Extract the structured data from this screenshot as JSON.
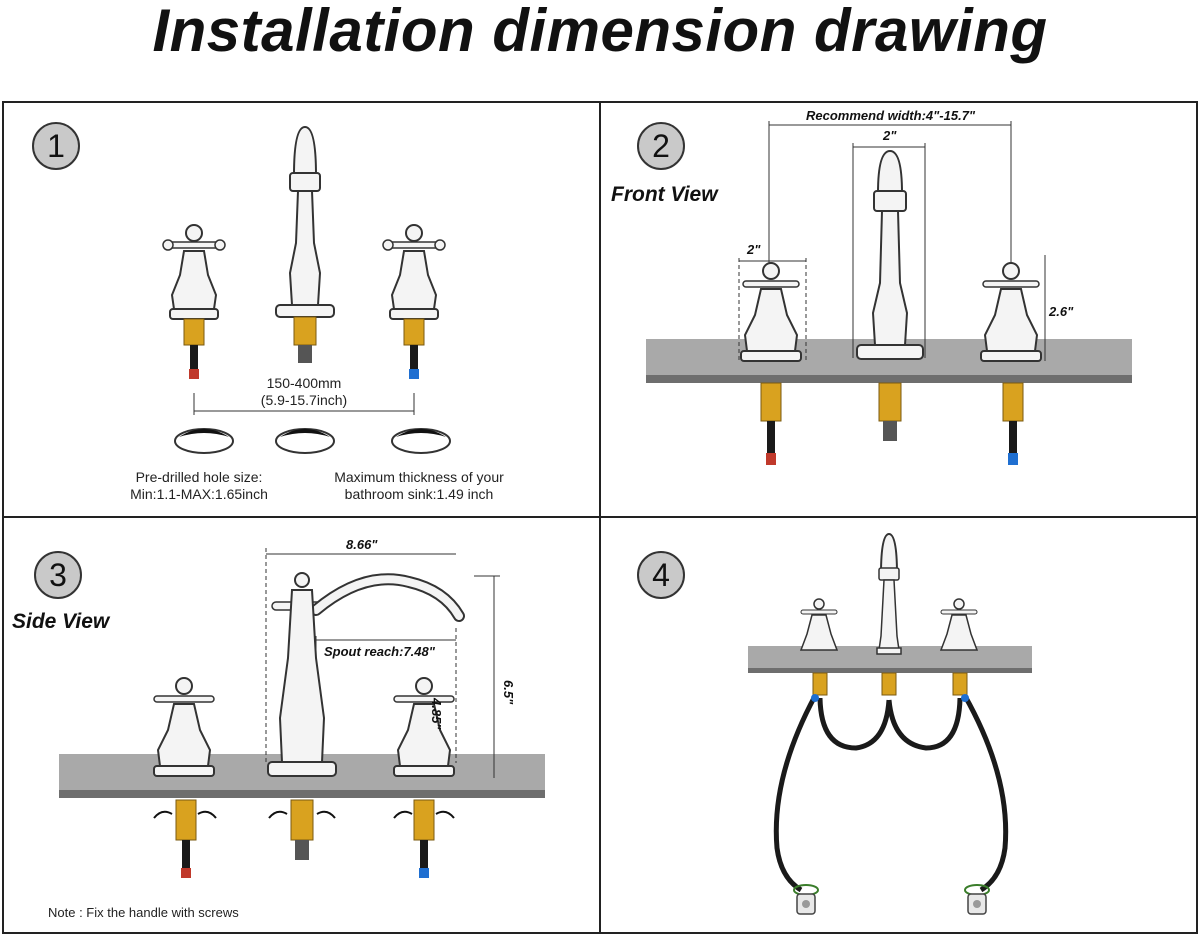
{
  "title": "Installation dimension drawing",
  "panels": {
    "p1": {
      "badge": "1",
      "spacing_mm": "150-400mm",
      "spacing_inch": "(5.9-15.7inch)",
      "hole_size_line1": "Pre-drilled hole size:",
      "hole_size_line2": "Min:1.1-MAX:1.65inch",
      "thickness_line1": "Maximum thickness of your",
      "thickness_line2": "bathroom sink:1.49 inch"
    },
    "p2": {
      "badge": "2",
      "view_label": "Front View",
      "recommend_width": "Recommend width:4\"-15.7\"",
      "spout_width": "2\"",
      "handle_width": "2\"",
      "handle_height": "2.6\""
    },
    "p3": {
      "badge": "3",
      "view_label": "Side View",
      "total_reach": "8.66\"",
      "spout_reach": "Spout reach:7.48\"",
      "spout_height": "4.85\"",
      "total_height": "6.5\"",
      "note": "Note : Fix the handle with screws"
    },
    "p4": {
      "badge": "4"
    }
  },
  "colors": {
    "brass": "#d9a21f",
    "hot_marker": "#c0392b",
    "cold_marker": "#1f6fd1",
    "countertop": "#a9a9a9",
    "chrome": "#f4f4f4",
    "hose": "#1a1a1a"
  }
}
